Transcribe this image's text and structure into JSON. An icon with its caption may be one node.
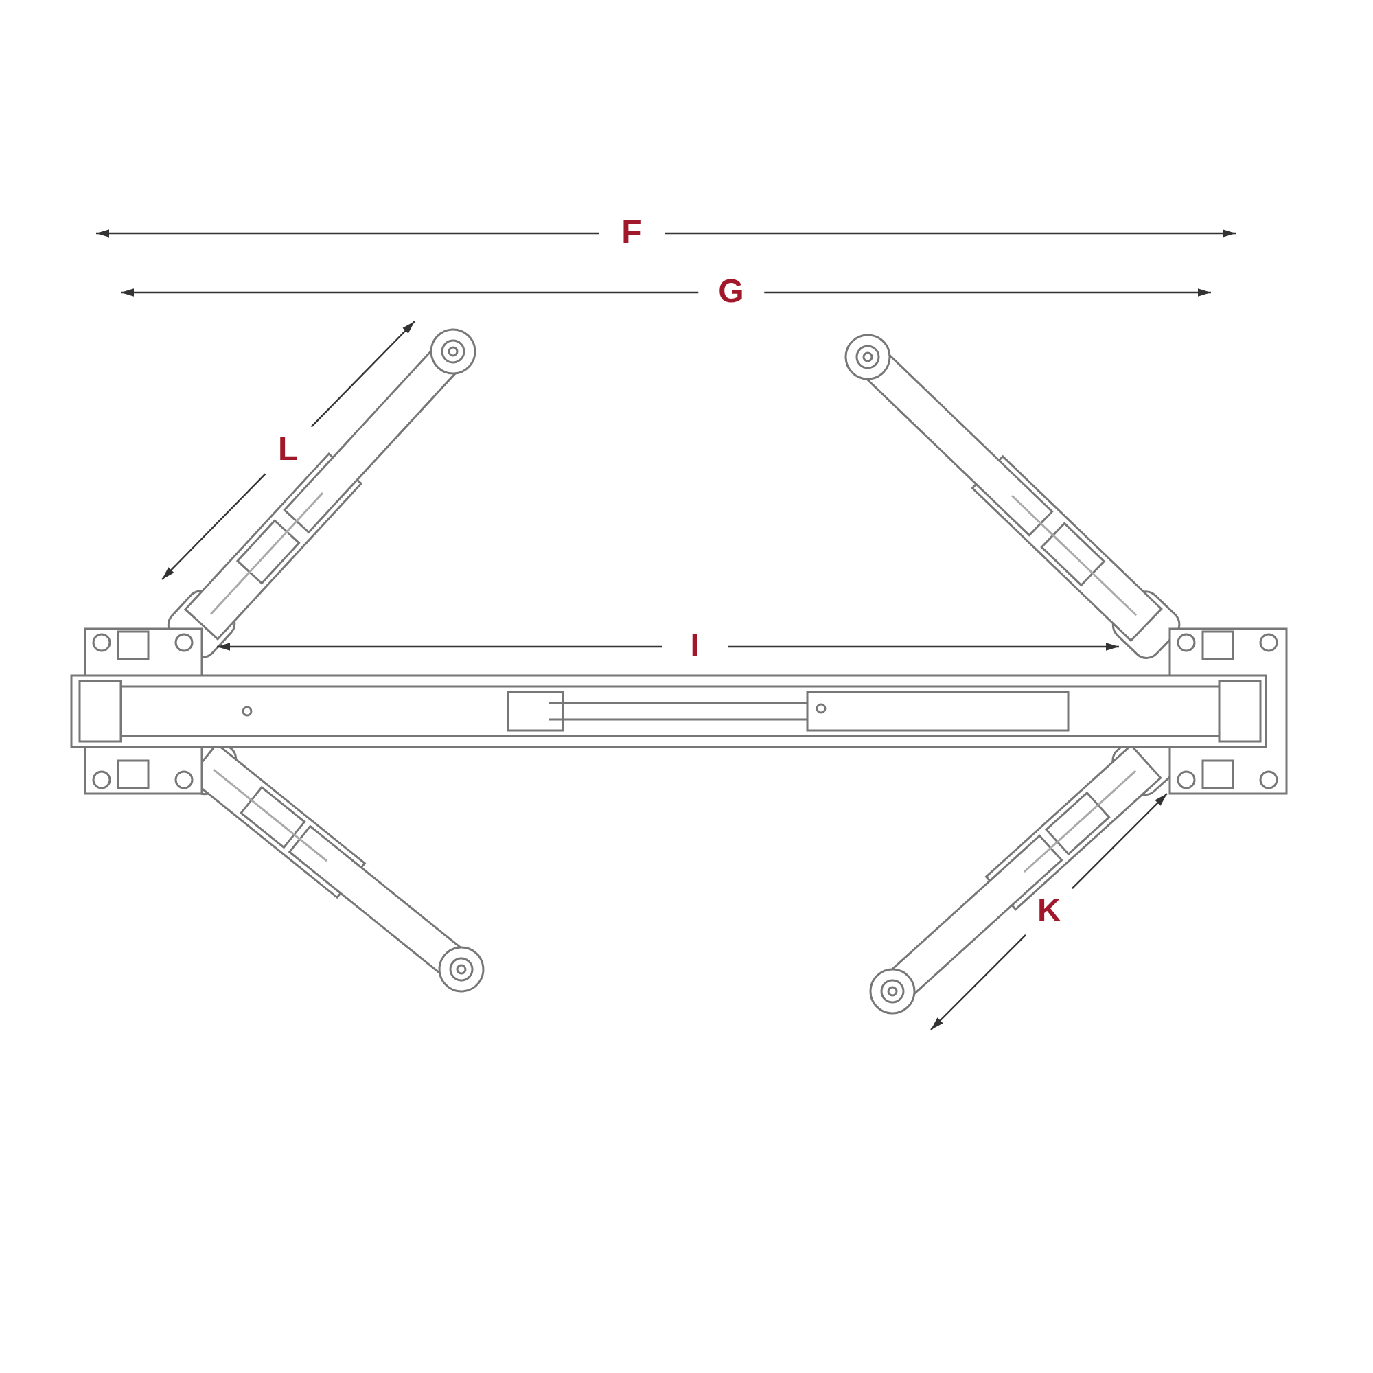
{
  "diagram": {
    "labels": [
      "F",
      "G",
      "L",
      "I",
      "K"
    ]
  }
}
